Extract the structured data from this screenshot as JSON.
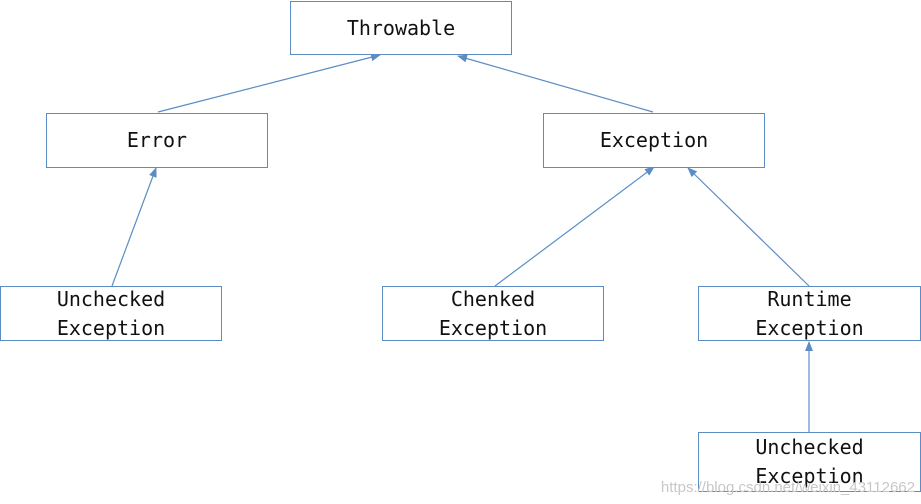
{
  "nodes": {
    "throwable": {
      "lines": [
        "Throwable"
      ]
    },
    "error": {
      "lines": [
        "Error"
      ]
    },
    "exception": {
      "lines": [
        "Exception"
      ]
    },
    "error_unchecked": {
      "lines": [
        "Unchecked",
        "Exception"
      ]
    },
    "checked": {
      "lines": [
        "Chenked",
        "Exception"
      ]
    },
    "runtime": {
      "lines": [
        "Runtime",
        "Exception"
      ]
    },
    "runtime_unchecked": {
      "lines": [
        "Unchecked",
        "Exception"
      ]
    }
  },
  "edges": [
    {
      "from": "error",
      "to": "throwable"
    },
    {
      "from": "exception",
      "to": "throwable"
    },
    {
      "from": "error_unchecked",
      "to": "error"
    },
    {
      "from": "checked",
      "to": "exception"
    },
    {
      "from": "runtime",
      "to": "exception"
    },
    {
      "from": "runtime_unchecked",
      "to": "runtime"
    }
  ],
  "colors": {
    "line": "#5b8dc4",
    "text": "#111111"
  },
  "watermark": "https://blog.csdn.net/weixin_43112662"
}
